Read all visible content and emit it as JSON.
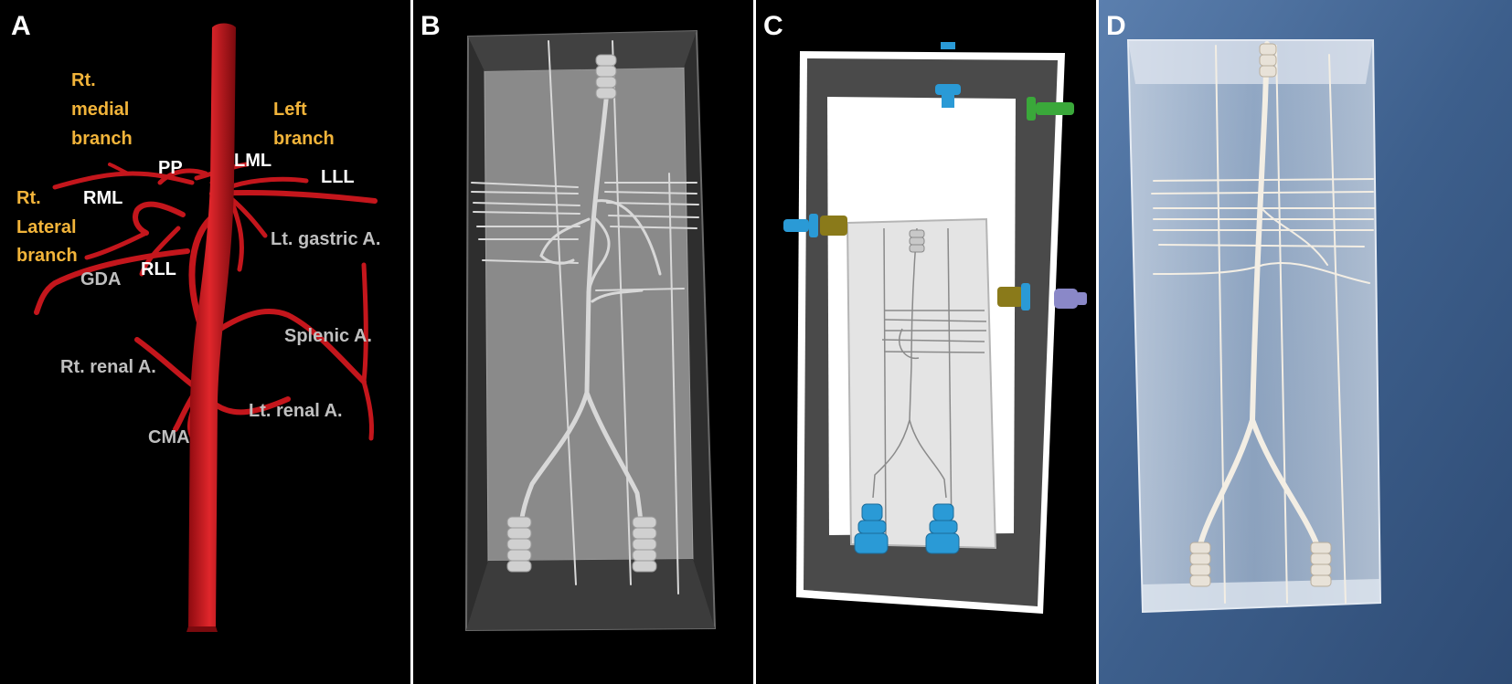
{
  "panels": {
    "a": {
      "letter": "A",
      "labels": {
        "rt_medial_1": "Rt.",
        "rt_medial_2": "medial",
        "rt_medial_3": "branch",
        "left_branch_1": "Left",
        "left_branch_2": "branch",
        "rt_lateral_1": "Rt.",
        "rt_lateral_2": "Lateral",
        "rt_lateral_3": "branch",
        "pp": "PP",
        "lml": "LML",
        "lll": "LLL",
        "rml": "RML",
        "rll": "RLL",
        "gda": "GDA",
        "lt_gastric": "Lt. gastric A.",
        "splenic": "Splenic A.",
        "rt_renal": "Rt. renal A.",
        "lt_renal": "Lt. renal A.",
        "cma": "CMA"
      }
    },
    "b": {
      "letter": "B"
    },
    "c": {
      "letter": "C"
    },
    "d": {
      "letter": "D"
    }
  },
  "colors": {
    "vessel_red": "#c4161c",
    "label_orange": "#f2b43a",
    "label_gray": "#bfbfbf",
    "port_blue": "#2a9ad6",
    "port_olive": "#8a7a1a",
    "port_green": "#3aa83a",
    "port_lavender": "#8a88c8"
  }
}
